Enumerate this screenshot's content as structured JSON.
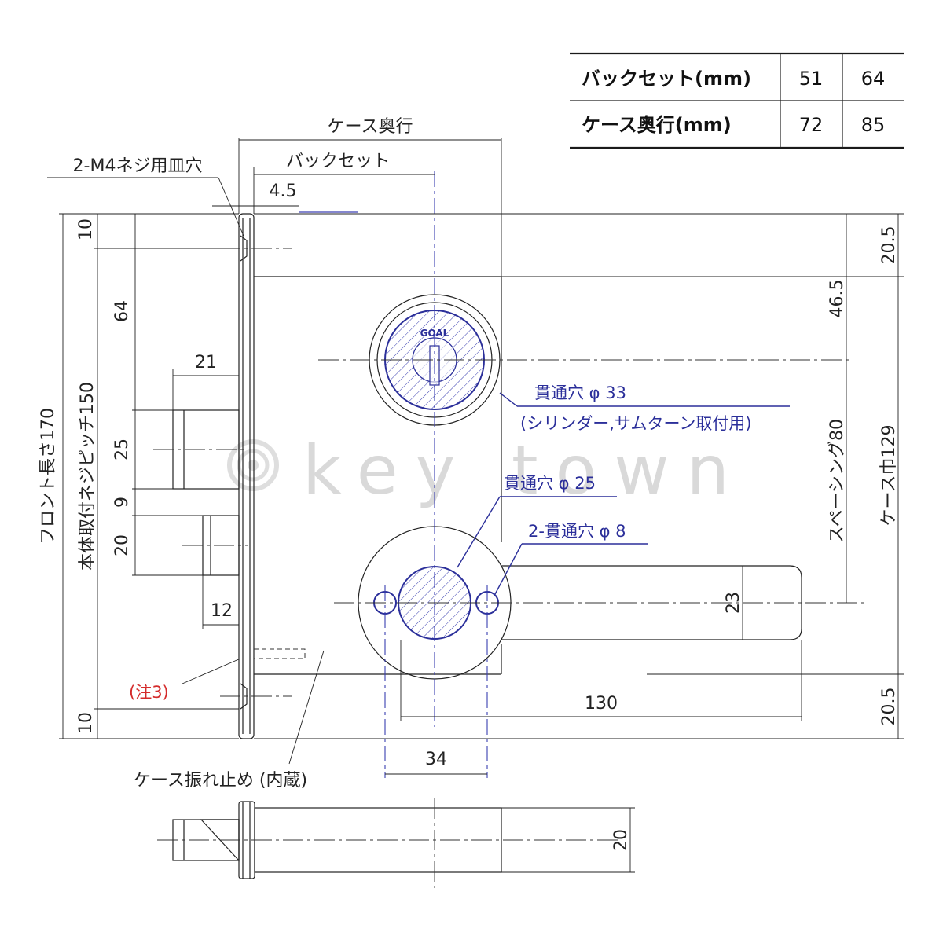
{
  "table": {
    "rows": [
      {
        "label": "バックセット(mm)",
        "v1": "51",
        "v2": "64"
      },
      {
        "label": "ケース奥行(mm)",
        "v1": "72",
        "v2": "85"
      }
    ]
  },
  "labels": {
    "case_depth": "ケース奥行",
    "backset": "バックセット",
    "screw_hole": "2-M4ネジ用皿穴",
    "offset_4_5": "4.5",
    "front_length": "フロント長さ170",
    "screw_pitch": "本体取付ネジピッチ150",
    "d10_top": "10",
    "d64": "64",
    "d21": "21",
    "d25": "25",
    "d9": "9",
    "d20_left": "20",
    "d12": "12",
    "d10_bottom": "10",
    "note3": "(注3)",
    "anti_wobble": "ケース振れ止め (内蔵)",
    "hole33": "貫通穴 φ 33",
    "hole33_note": "(シリンダー,サムターン取付用)",
    "hole25": "貫通穴 φ 25",
    "hole8": "2-貫通穴 φ 8",
    "d23": "23",
    "d130": "130",
    "d34": "34",
    "d20_5_top": "20.5",
    "d46_5": "46.5",
    "spacing": "スペーシング80",
    "case_width": "ケース巾129",
    "d20_5_bottom": "20.5",
    "d20_bottom_view": "20",
    "cylinder_brand": "GOAL"
  },
  "watermark": "key town",
  "colors": {
    "line": "#222222",
    "blue": "#2b2f9a",
    "red": "#d42b2b",
    "watermark": "#d9d9d9"
  }
}
